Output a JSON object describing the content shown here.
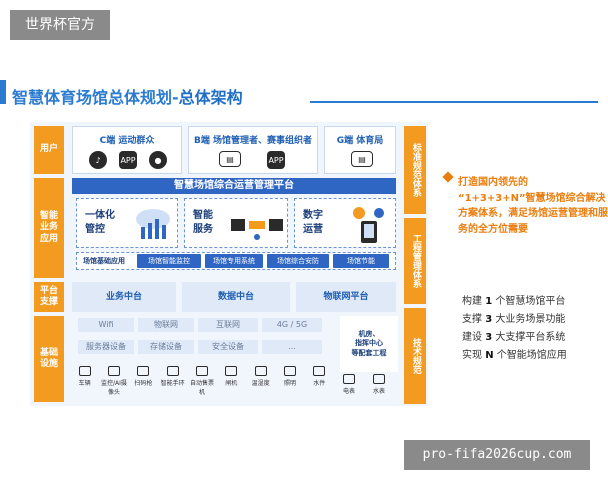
{
  "top_badge": "世界杯官方",
  "title": {
    "main": "智慧体育场馆总体规划-",
    "bold": "总体架构"
  },
  "layers": {
    "user": "用户",
    "app": "智能\n业务\n应用",
    "platform": "平台\n支撑",
    "base": "基础\n设施"
  },
  "user_cards": [
    {
      "title": "C端 运动群众",
      "icons": [
        "TikTok",
        "APP",
        "WeChat"
      ]
    },
    {
      "title": "B端 场馆管理者、赛事组织者",
      "icons": [
        "Screen",
        "APP"
      ]
    },
    {
      "title": "G端 体育局",
      "icons": [
        "Screen"
      ]
    }
  ],
  "platform_banner": "智慧场馆综合运营管理平台",
  "app_modules": [
    {
      "title": "一体化\n管控"
    },
    {
      "title": "智能\n服务"
    },
    {
      "title": "数字\n运营"
    }
  ],
  "base_app": {
    "label": "场馆基础应用",
    "chips": [
      "场馆智能监控",
      "场馆专用系统",
      "场馆综合安防",
      "场馆节能"
    ]
  },
  "platform_items": [
    "业务中台",
    "数据中台",
    "物联网平台"
  ],
  "network": [
    "Wifi",
    "物联网",
    "互联网",
    "4G / 5G"
  ],
  "servers": [
    "服务器设备",
    "存储设备",
    "安全设备",
    "..."
  ],
  "machine_room": "机房、\n指挥中心\n等配套工程",
  "devices": [
    "车辆",
    "监控/AI摄像头",
    "扫码枪",
    "智能手环",
    "自动售票机",
    "闸机",
    "温湿度",
    "照明",
    "水件",
    "电表",
    "水表"
  ],
  "right_labels": [
    "标准规范体系",
    "工程管理体系",
    "技术规范"
  ],
  "right_text": {
    "head": "打造国内领先的\n“1+3+3+N”智慧场馆综合解决方案体系，满足场馆运营管理和服务的全方位需要",
    "lines": [
      {
        "pre": "构建",
        "num": "1",
        "post": "个智慧场馆平台"
      },
      {
        "pre": "支撑",
        "num": "3",
        "post": "大业务场景功能"
      },
      {
        "pre": "建设",
        "num": "3",
        "post": "大支撑平台系统"
      },
      {
        "pre": "实现",
        "num": "N",
        "post": "个智能场馆应用"
      }
    ]
  },
  "watermark": "pro-fifa2026cup.com",
  "colors": {
    "accent": "#2f65c3",
    "orange": "#f39b21",
    "title": "#2b7bd1"
  }
}
